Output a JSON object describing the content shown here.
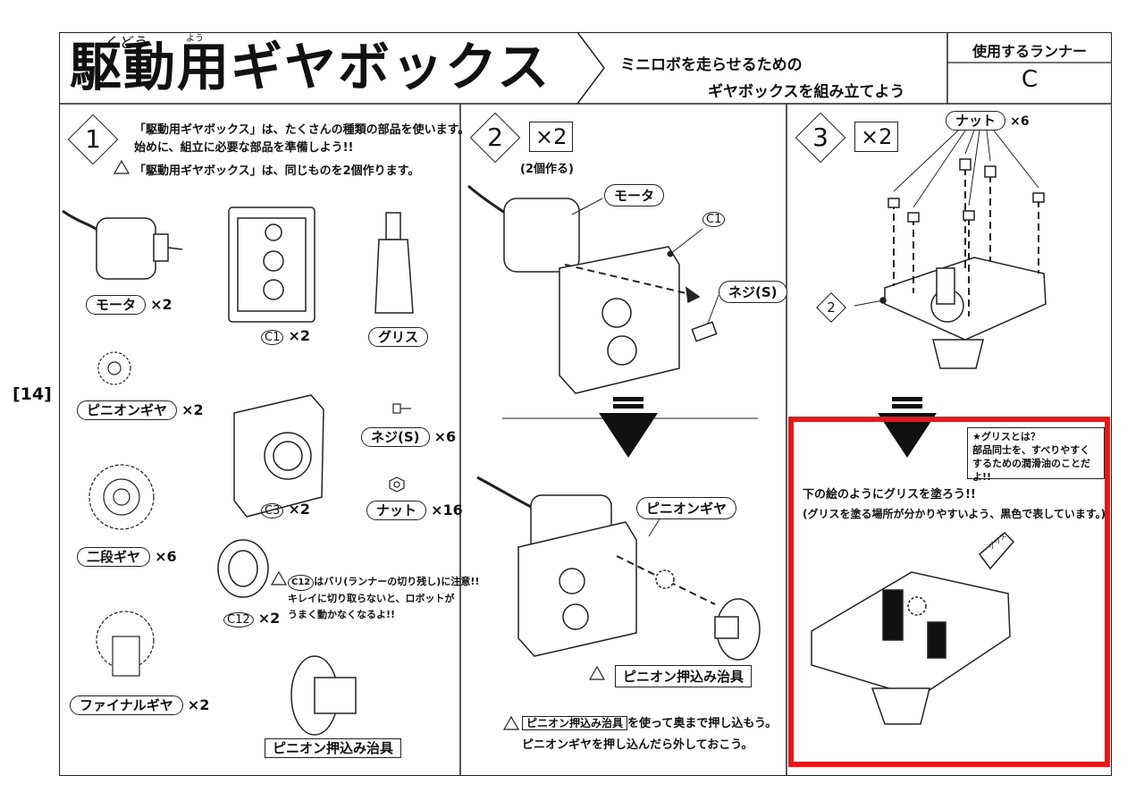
{
  "page_number": "[14]",
  "title": {
    "text": "駆動用ギヤボックス",
    "ruby_kudou": "くどう",
    "ruby_you": "よう"
  },
  "subtitle": {
    "line1": "ミニロボを走らせるための",
    "line2": "ギヤボックスを組み立てよう"
  },
  "runner": {
    "label": "使用するランナー",
    "value": "C"
  },
  "step1": {
    "number": "1",
    "line1": "「駆動用ギヤボックス」は、たくさんの種類の部品を使います。",
    "line2": "始めに、組立に必要な部品を準備しよう!!",
    "line3": "「駆動用ギヤボックス」は、同じものを2個作ります。",
    "parts": {
      "motor": {
        "name": "モータ",
        "qty": "×2"
      },
      "c1": {
        "name": "C1",
        "qty": "×2"
      },
      "grease": {
        "name": "グリス"
      },
      "pinion": {
        "name": "ピニオンギヤ",
        "qty": "×2"
      },
      "c3": {
        "name": "C3",
        "qty": "×2"
      },
      "screw": {
        "name": "ネジ(S)",
        "qty": "×6"
      },
      "nut": {
        "name": "ナット",
        "qty": "×16"
      },
      "twostage": {
        "name": "二段ギヤ",
        "qty": "×6"
      },
      "c12": {
        "name": "C12",
        "qty": "×2"
      },
      "final": {
        "name": "ファイナルギヤ",
        "qty": "×2"
      },
      "tool": {
        "name": "ピニオン押込み治具"
      }
    },
    "c12_note1": "はバリ(ランナーの切り残し)に注意!!",
    "c12_note2": "キレイに切り取らないと、ロボットが",
    "c12_note3": "うまく動かなくなるよ!!"
  },
  "step2": {
    "number": "2",
    "qty": "×2",
    "make_two": "(2個作る)",
    "motor": "モータ",
    "c1": "C1",
    "screw": "ネジ(S)",
    "pinion": "ピニオンギヤ",
    "tool": "ピニオン押込み治具",
    "inst_tool": "ピニオン押込み治具",
    "inst1": "を使って奥まで押し込もう。",
    "inst2": "ピニオンギヤを押し込んだら外しておこう。"
  },
  "step3": {
    "number": "3",
    "qty": "×2",
    "nut": "ナット",
    "nut_qty": "×6",
    "ref": "2",
    "grease_note_title": "★グリスとは？",
    "grease_note_1": "部品同士を、すべりやすく",
    "grease_note_2": "するための潤滑油のことだよ!!",
    "inst1": "下の絵のようにグリスを塗ろう!!",
    "inst2": "(グリスを塗る場所が分かりやすいよう、黒色で表しています。)",
    "tube_label": "グリス"
  },
  "colors": {
    "highlight": "#e51919",
    "line": "#222222"
  }
}
